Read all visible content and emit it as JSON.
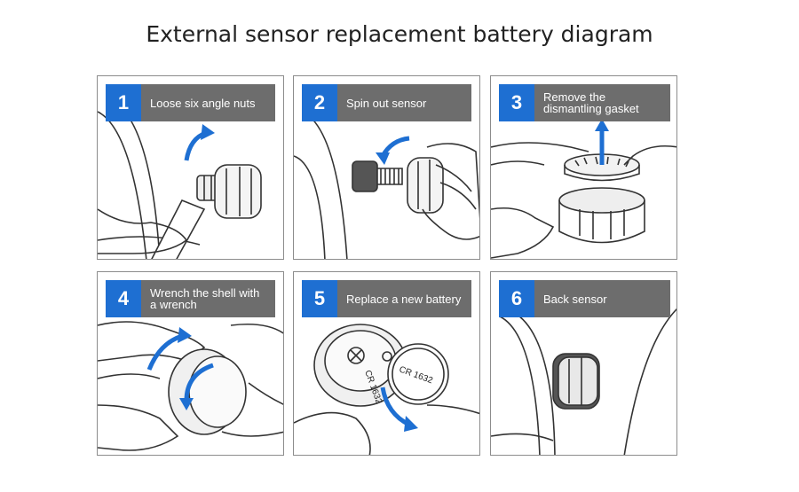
{
  "title": "External sensor replacement battery diagram",
  "accent_color": "#1e6fd2",
  "label_bg_color": "#6d6d6d",
  "steps": [
    {
      "number": "1",
      "label": "Loose six angle nuts"
    },
    {
      "number": "2",
      "label": "Spin out sensor"
    },
    {
      "number": "3",
      "label": "Remove the dismantling gasket"
    },
    {
      "number": "4",
      "label": "Wrench the shell with a wrench"
    },
    {
      "number": "5",
      "label": "Replace a new battery"
    },
    {
      "number": "6",
      "label": "Back sensor"
    }
  ],
  "battery_text": "CR 1632",
  "battery_text_mirrored": "CR 1632"
}
